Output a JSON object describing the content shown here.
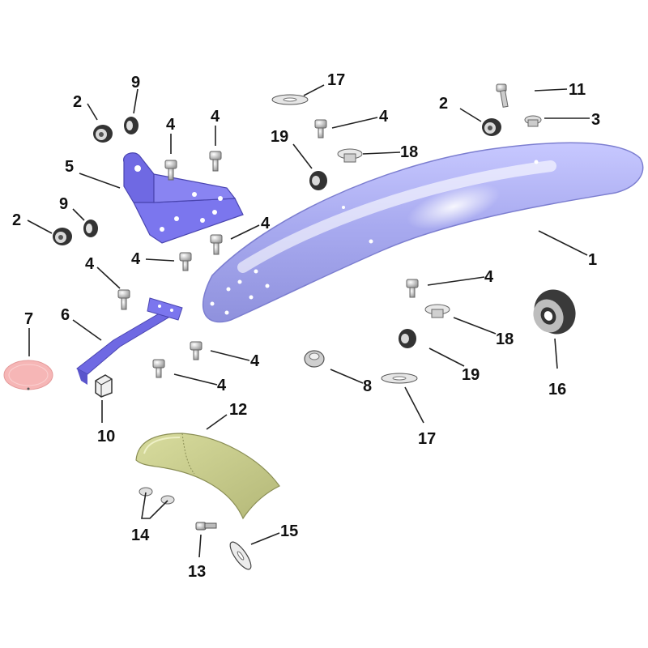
{
  "diagram": {
    "callouts": {
      "c1": "1",
      "c2a": "2",
      "c2b": "2",
      "c2c": "2",
      "c3": "3",
      "c4a": "4",
      "c4b": "4",
      "c4c": "4",
      "c4d": "4",
      "c4e": "4",
      "c4f": "4",
      "c4g": "4",
      "c4h": "4",
      "c4i": "4",
      "c5": "5",
      "c6": "6",
      "c7": "7",
      "c8": "8",
      "c9a": "9",
      "c9b": "9",
      "c10": "10",
      "c11": "11",
      "c12": "12",
      "c13": "13",
      "c14": "14",
      "c15": "15",
      "c16": "16",
      "c17a": "17",
      "c17b": "17",
      "c18a": "18",
      "c18b": "18",
      "c19a": "19",
      "c19b": "19"
    },
    "colors": {
      "fender": "#9ea0ea",
      "fender_light": "#dcdcff",
      "bracket": "#6a64e0",
      "mudflap": "#c5c98a",
      "hardware": "#c8c8c8",
      "reflector": "#f6b3b3",
      "roller": "#333333"
    }
  }
}
